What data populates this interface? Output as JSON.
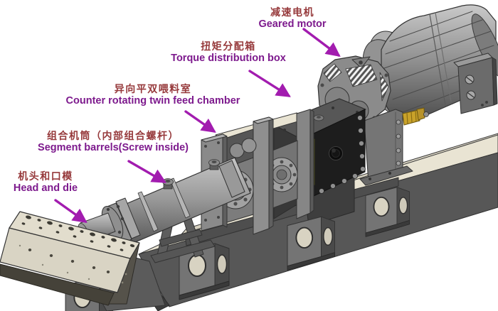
{
  "colors": {
    "arrow": "#a21caf",
    "chinese_label": "#96393b",
    "english_label": "#7d1a8d",
    "deck": "#e9e4d3",
    "metal": "#9a9a9a",
    "dark_box": "#1d1d1d"
  },
  "labels": [
    {
      "id": "geared-motor",
      "zh": "减速电机",
      "en": "Geared motor"
    },
    {
      "id": "torque-distribution-box",
      "zh": "扭矩分配箱",
      "en": "Torque distribution box"
    },
    {
      "id": "feed-chamber",
      "zh": "异向平双喂料室",
      "en": "Counter rotating twin feed chamber"
    },
    {
      "id": "segment-barrels",
      "zh": "组合机筒（内部组合螺杆）",
      "en": "Segment barrels(Screw inside)"
    },
    {
      "id": "head-and-die",
      "zh": "机头和口模",
      "en": "Head and die"
    }
  ]
}
